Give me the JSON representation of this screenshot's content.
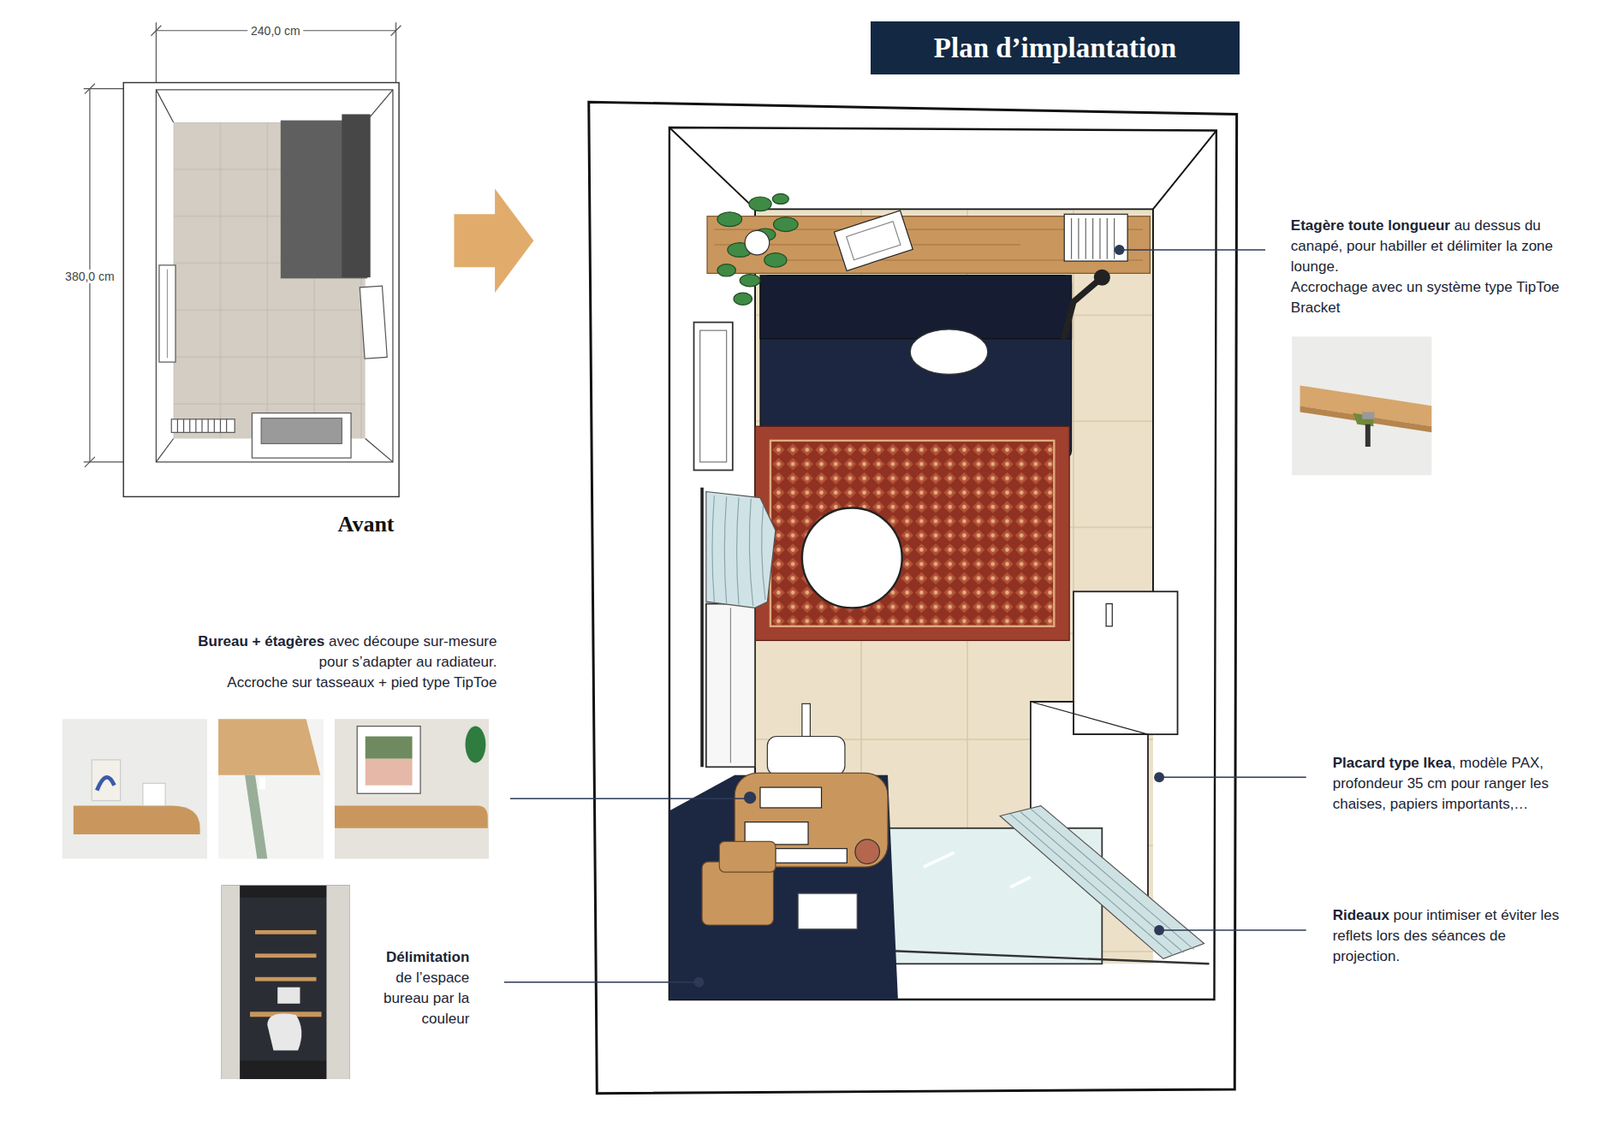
{
  "diagram": {
    "title": "Plan d’implantation",
    "labels": [
      "240,0 cm",
      "380,0 cm",
      "Avant",
      "Etagère toute longueur",
      "au dessus du canapé, pour habiller et délimiter la zone lounge.",
      "Accrochage avec un système type TipToe Bracket",
      "Bureau + étagères",
      "avec découpe sur-mesure pour s’adapter au radiateur.",
      "Accroche sur tasseaux + pied type TipToe",
      "Délimitation",
      "de l’espace bureau par la couleur",
      "Placard type Ikea",
      ", modèle PAX, profondeur 35 cm pour ranger les chaises, papiers importants,…",
      "Rideaux",
      "pour intimiser et éviter les reflets lors des séances de projection."
    ]
  }
}
